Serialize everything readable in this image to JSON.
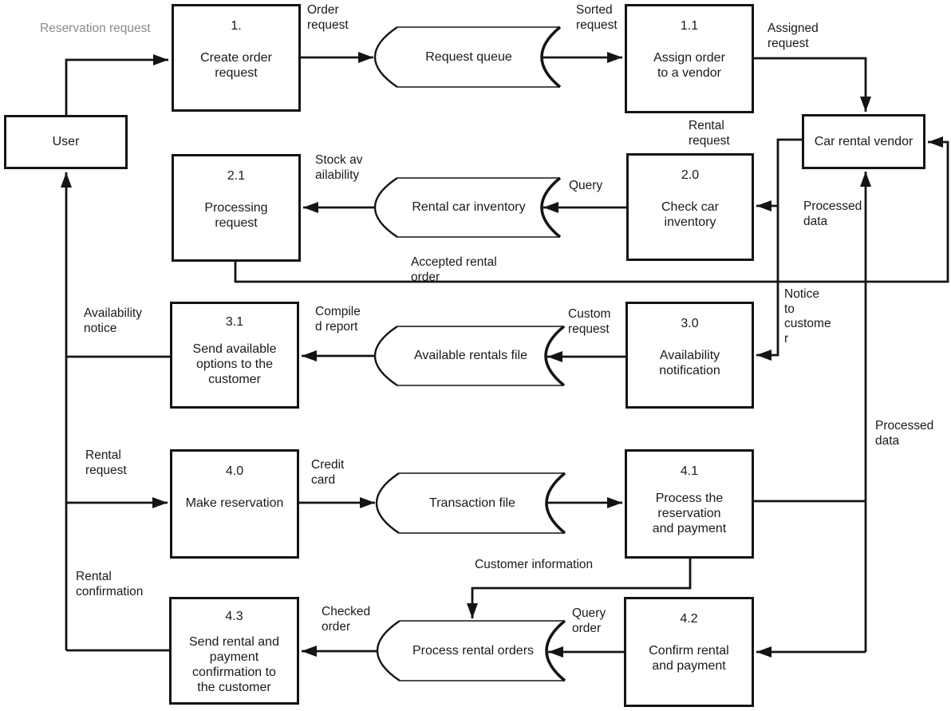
{
  "colors": {
    "line": "#141414",
    "text": "#1a1a1a",
    "muted_label": "#8b8b8b",
    "background": "#ffffff"
  },
  "entities": {
    "user": {
      "label": "User"
    },
    "vendor": {
      "label": "Car rental vendor"
    }
  },
  "processes": {
    "p1": {
      "id": "1.",
      "name": "Create order\nrequest"
    },
    "p11": {
      "id": "1.1",
      "name": "Assign order\nto a vendor"
    },
    "p21": {
      "id": "2.1",
      "name": "Processing\nrequest"
    },
    "p20": {
      "id": "2.0",
      "name": "Check car\ninventory"
    },
    "p31": {
      "id": "3.1",
      "name": "Send available\noptions to the\ncustomer"
    },
    "p30": {
      "id": "3.0",
      "name": "Availability\nnotification"
    },
    "p40": {
      "id": "4.0",
      "name": "Make reservation"
    },
    "p41": {
      "id": "4.1",
      "name": "Process the\nreservation\nand payment"
    },
    "p43": {
      "id": "4.3",
      "name": "Send rental and\npayment\nconfirmation to\nthe customer"
    },
    "p42": {
      "id": "4.2",
      "name": "Confirm rental\nand payment"
    }
  },
  "stores": {
    "request_queue": {
      "label": "Request queue"
    },
    "rental_car_inventory": {
      "label": "Rental car inventory"
    },
    "available_rentals_file": {
      "label": "Available rentals file"
    },
    "transaction_file": {
      "label": "Transaction file"
    },
    "process_rental_orders": {
      "label": "Process rental orders"
    }
  },
  "flow_labels": {
    "reservation_request": "Reservation request",
    "order_request": "Order\nrequest",
    "sorted_request": "Sorted\nrequest",
    "assigned_request": "Assigned\nrequest",
    "rental_request_vendor": "Rental\nrequest",
    "query": "Query",
    "stock_availability": "Stock av\nailability",
    "accepted_rental_order": "Accepted rental\norder",
    "processed_data_top": "Processed\ndata",
    "notice_to_customer": "Notice\nto\ncustome\nr",
    "custom_request": "Custom\nrequest",
    "compiled_report": "Compile\nd report",
    "availability_notice": "Availability\nnotice",
    "rental_request_user": "Rental\nrequest",
    "credit_card": "Credit\ncard",
    "customer_information": "Customer information",
    "processed_data_right": "Processed\ndata",
    "query_order": "Query\norder",
    "checked_order": "Checked\norder",
    "rental_confirmation": "Rental\nconfirmation"
  }
}
